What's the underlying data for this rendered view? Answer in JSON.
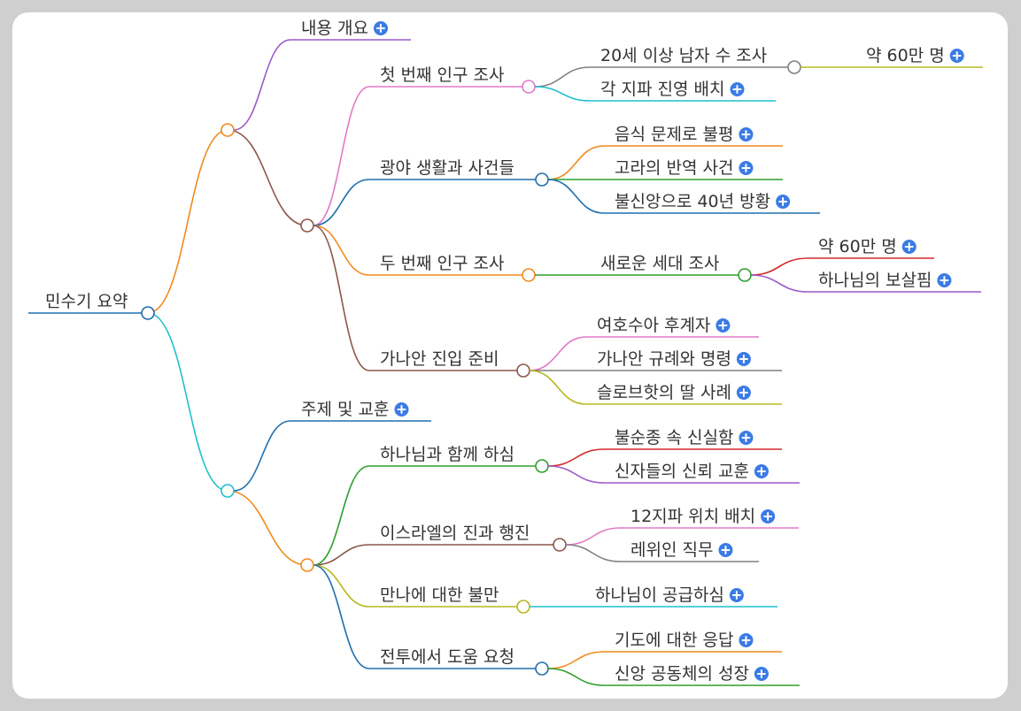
{
  "root": {
    "label": "민수기 요약",
    "color": "#1f6fae"
  },
  "branches": [
    {
      "id": "b_overview",
      "label": "내용 개요",
      "color": "#9b59c6",
      "expandable": true
    },
    {
      "id": "b_content",
      "label": "",
      "color": "#f28a1a"
    },
    {
      "id": "b_census1",
      "label": "첫 번째 인구 조사",
      "color": "#e378c8"
    },
    {
      "id": "c1",
      "label": "20세 이상 남자 수 조사",
      "color": "#7f7f7f"
    },
    {
      "id": "c1a",
      "label": "약 60만 명",
      "color": "#b8b81e",
      "expandable": true
    },
    {
      "id": "c2",
      "label": "각 지파 진영 배치",
      "color": "#1fbfcf",
      "expandable": true
    },
    {
      "id": "b_wild",
      "label": "광야 생활과 사건들",
      "color": "#1f6fae"
    },
    {
      "id": "w1",
      "label": "음식 문제로 불평",
      "color": "#f28a1a",
      "expandable": true
    },
    {
      "id": "w2",
      "label": "고라의 반역 사건",
      "color": "#2ca02c",
      "expandable": true
    },
    {
      "id": "w3",
      "label": "불신앙으로 40년 방황",
      "color": "#1f6fae",
      "expandable": true
    },
    {
      "id": "b_census2",
      "label": "두 번째 인구 조사",
      "color": "#f28a1a"
    },
    {
      "id": "n1",
      "label": "새로운 세대 조사",
      "color": "#2ca02c"
    },
    {
      "id": "n1a",
      "label": "약 60만 명",
      "color": "#d62728",
      "expandable": true
    },
    {
      "id": "n1b",
      "label": "하나님의 보살핌",
      "color": "#9b59c6",
      "expandable": true
    },
    {
      "id": "b_canaan",
      "label": "가나안 진입 준비",
      "color": "#8c564b"
    },
    {
      "id": "k1",
      "label": "여호수아 후계자",
      "color": "#e378c8",
      "expandable": true
    },
    {
      "id": "k2",
      "label": "가나안 규례와 명령",
      "color": "#7f7f7f",
      "expandable": true
    },
    {
      "id": "k3",
      "label": "슬로브핫의 딸 사례",
      "color": "#b8b81e",
      "expandable": true
    },
    {
      "id": "b_theme_group",
      "label": "",
      "color": "#1fbfcf"
    },
    {
      "id": "b_theme",
      "label": "주제 및 교훈",
      "color": "#1f6fae",
      "expandable": true
    },
    {
      "id": "b_lessons",
      "label": "",
      "color": "#f28a1a"
    },
    {
      "id": "b_with",
      "label": "하나님과 함께 하심",
      "color": "#2ca02c"
    },
    {
      "id": "h1",
      "label": "불순종 속 신실함",
      "color": "#d62728",
      "expandable": true
    },
    {
      "id": "h2",
      "label": "신자들의 신뢰 교훈",
      "color": "#9b59c6",
      "expandable": true
    },
    {
      "id": "b_camp",
      "label": "이스라엘의 진과 행진",
      "color": "#8c564b"
    },
    {
      "id": "i1",
      "label": "12지파 위치 배치",
      "color": "#e378c8",
      "expandable": true
    },
    {
      "id": "i2",
      "label": "레위인 직무",
      "color": "#7f7f7f",
      "expandable": true
    },
    {
      "id": "b_manna",
      "label": "만나에 대한 불만",
      "color": "#b8b81e"
    },
    {
      "id": "m1",
      "label": "하나님이 공급하심",
      "color": "#1fbfcf",
      "expandable": true
    },
    {
      "id": "b_battle",
      "label": "전투에서 도움 요청",
      "color": "#1f6fae"
    },
    {
      "id": "p1",
      "label": "기도에 대한 응답",
      "color": "#f28a1a",
      "expandable": true
    },
    {
      "id": "p2",
      "label": "신앙 공동체의 성장",
      "color": "#2ca02c",
      "expandable": true
    }
  ],
  "icons": {
    "expand": "plus-circle-icon"
  }
}
